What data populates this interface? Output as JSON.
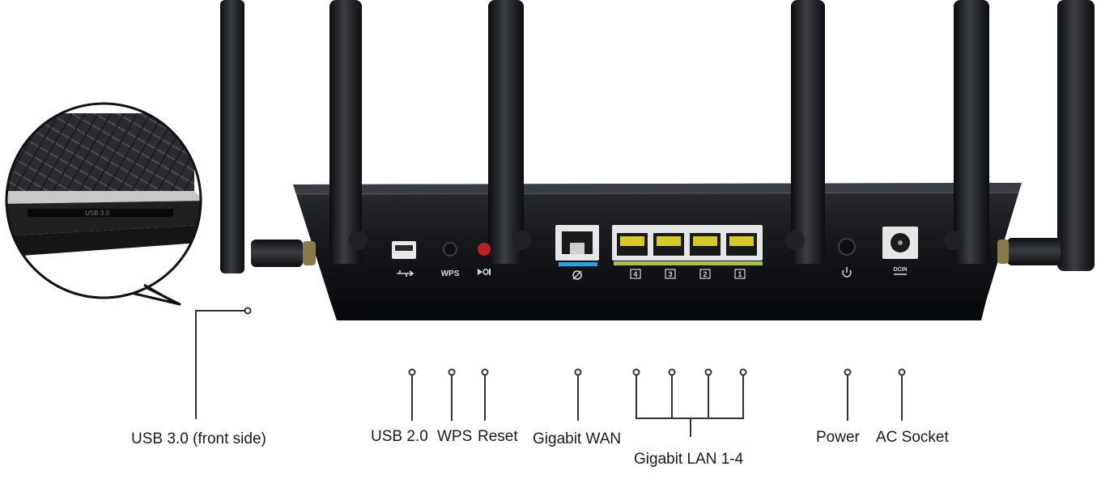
{
  "diagram": {
    "subject": "router rear panel",
    "callouts": [
      {
        "id": "usb3",
        "label": "USB 3.0 (front side)"
      },
      {
        "id": "usb2",
        "label": "USB 2.0"
      },
      {
        "id": "wps",
        "label": "WPS"
      },
      {
        "id": "reset",
        "label": "Reset"
      },
      {
        "id": "wan",
        "label": "Gigabit WAN"
      },
      {
        "id": "lan",
        "label": "Gigabit LAN 1-4"
      },
      {
        "id": "power",
        "label": "Power"
      },
      {
        "id": "ac",
        "label": "AC Socket"
      }
    ],
    "panel_marks": {
      "wps": "WPS",
      "lan_numbers": [
        "4",
        "3",
        "2",
        "1"
      ],
      "dc_in": "DCIN",
      "usb_front": "USB 3.0"
    }
  }
}
